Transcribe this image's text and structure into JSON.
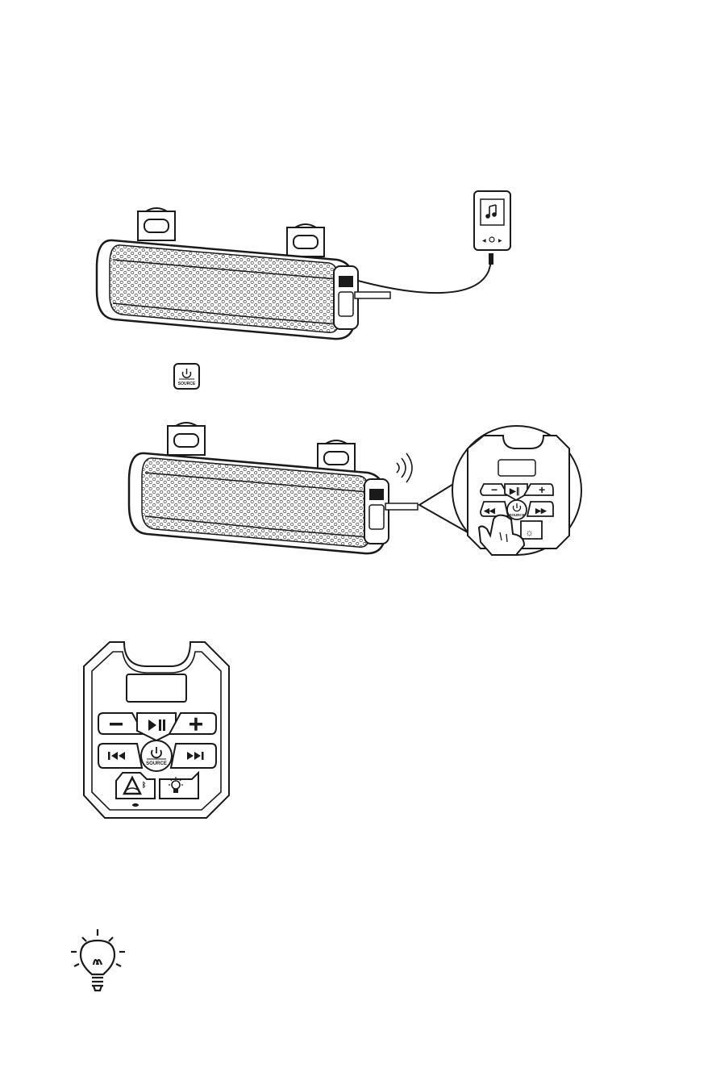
{
  "colors": {
    "ink": "#1a1a1a",
    "background": "#ffffff",
    "grille": "#7a7a7a"
  },
  "icons": {
    "music_player": "music-note-icon",
    "inline_power": "power-source-icon",
    "tip": "lightbulb-icon",
    "signal": "wireless-signal-icon"
  },
  "labels": {
    "inline_source": "SOURCE",
    "zoom_source": "SOURCE",
    "panel_source": "SOURCE"
  }
}
